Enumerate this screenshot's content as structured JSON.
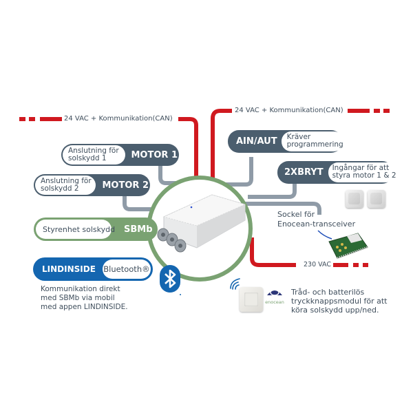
{
  "colors": {
    "power_line": "#d0191f",
    "signal_line": "#8f9ba7",
    "slate": "#4b5e6e",
    "green": "#7aa272",
    "blue": "#1466b0",
    "text": "#3f4e5c"
  },
  "power": {
    "left_label": "24 VAC + Kommunikation(CAN)",
    "right_label": "24 VAC + Kommunikation(CAN)",
    "bottom_label": "230 VAC"
  },
  "left_modules": {
    "motor1": {
      "tag": "MOTOR 1",
      "desc_line1": "Anslutning för",
      "desc_line2": "solskydd 1"
    },
    "motor2": {
      "tag": "MOTOR 2",
      "desc_line1": "Anslutning för",
      "desc_line2": "solskydd 2"
    },
    "sbmb": {
      "tag": "SBMb",
      "desc": "Styrenhet solskydd"
    },
    "lindinside": {
      "tag": "LINDINSIDE",
      "desc": "Bluetooth®",
      "note_lines": [
        "Kommunikation direkt",
        "med SBMb via mobil",
        "med appen LINDINSIDE."
      ]
    }
  },
  "right_modules": {
    "ain_aut": {
      "tag": "AIN/AUT",
      "desc_line1": "Kräver",
      "desc_line2": "programmering"
    },
    "bryt": {
      "tag": "2XBRYT",
      "desc_line1": "Ingångar för att",
      "desc_line2": "styra motor 1 & 2"
    },
    "socket": {
      "line1": "Sockel för",
      "line2": "Enocean-transceiver"
    },
    "enocean": {
      "brand": "enocean",
      "note_lines": [
        "Tråd- och batterilös",
        "tryckknappsmodul för att",
        "köra solskydd upp/ned."
      ]
    }
  },
  "icons": {
    "bluetooth": "bluetooth-icon",
    "wireless": "wireless-signal-icon",
    "enocean_logo": "enocean-logo-icon",
    "push_button": "push-button-icon",
    "controller": "controller-device-image",
    "transceiver": "transceiver-module-image"
  }
}
